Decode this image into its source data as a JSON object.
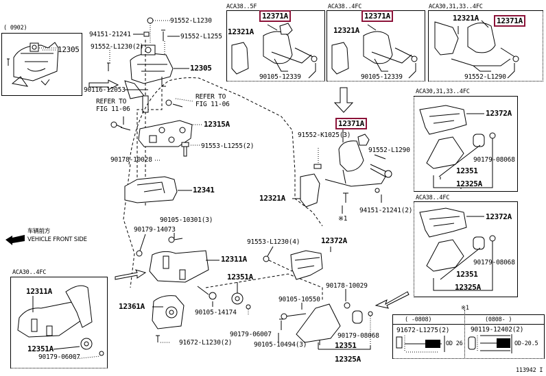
{
  "diagram": {
    "title": "Engine Mounting Parts Diagram",
    "figure_id": "113942 I",
    "direction_indicator": {
      "label_cn": "车辆前方",
      "label_en": "VEHICLE FRONT SIDE"
    },
    "highlight_color": "#8b1238"
  },
  "inset_top_left": {
    "header": "(      0902)",
    "part": "12305"
  },
  "main_upper": {
    "labels": {
      "p91552_L1230": "91552-L1230",
      "p94151_21241": "94151-21241",
      "p91552_L1255": "91552-L1255",
      "p91552_L1230_2": "91552-L1230(2)",
      "p12305": "12305",
      "p90116_12053": "90116-12053",
      "refer_left_1": "REFER TO",
      "refer_left_2": "FIG 11-06",
      "refer_right_1": "REFER TO",
      "refer_right_2": "FIG 11-06",
      "p12315A": "12315A",
      "p91553_L1255_2": "91553-L1255(2)",
      "p90178_10028": "90178-10028",
      "p12341": "12341"
    }
  },
  "variants_top": [
    {
      "header": "ACA38..5F",
      "highlight": "12371A",
      "bracket": "12321A",
      "bolt": "90105-12339"
    },
    {
      "header": "ACA38..4FC",
      "highlight": "12371A",
      "bracket": "12321A",
      "bolt": "90105-12339"
    },
    {
      "header": "ACA30,31,33..4FC",
      "highlight": "12371A",
      "bracket": "12321A",
      "bolt": "91552-L1290"
    }
  ],
  "center_mount": {
    "highlight": "12371A",
    "p91552_K1025_3": "91552-K1025(3)",
    "p91552_L1290": "91552-L1290",
    "p12321A": "12321A",
    "p94151_21241_2": "94151-21241(2)",
    "note": "※1"
  },
  "variants_right": [
    {
      "header": "ACA30,31,33..4FC",
      "bracket": "12372A",
      "nut": "90179-08068",
      "insulator": "12351",
      "assy": "12325A"
    },
    {
      "header": "ACA38..4FC",
      "bracket": "12372A",
      "nut": "90179-08068",
      "insulator": "12351",
      "assy": "12325A"
    }
  ],
  "main_lower": {
    "p90105_10301_3": "90105-10301(3)",
    "p90179_14073": "90179-14073",
    "p12311A": "12311A",
    "p12351A": "12351A",
    "p12361A": "12361A",
    "p90105_14174": "90105-14174",
    "p90179_06007": "90179-06007",
    "p91672_L1230_2": "91672-L1230(2)",
    "p91553_L1230_4": "91553-L1230(4)",
    "p12372A": "12372A",
    "p90178_10029": "90178-10029",
    "p90105_10550": "90105-10550",
    "p90105_10494_3": "90105-10494(3)",
    "p90179_08068": "90179-08068",
    "p12351": "12351",
    "p12325A": "12325A"
  },
  "inset_bottom_left": {
    "header": "ACA30..4FC",
    "p12311A": "12311A",
    "p12351A": "12351A",
    "p90179_06007": "90179-06007"
  },
  "bolt_table": {
    "title": "※1",
    "columns": [
      {
        "header": "(    -0808)",
        "part": "91672-L1275(2)",
        "dim": "OD 26"
      },
      {
        "header": "(0808-    )",
        "part": "90119-12402(2)",
        "dim": "OD-20.5"
      }
    ]
  }
}
